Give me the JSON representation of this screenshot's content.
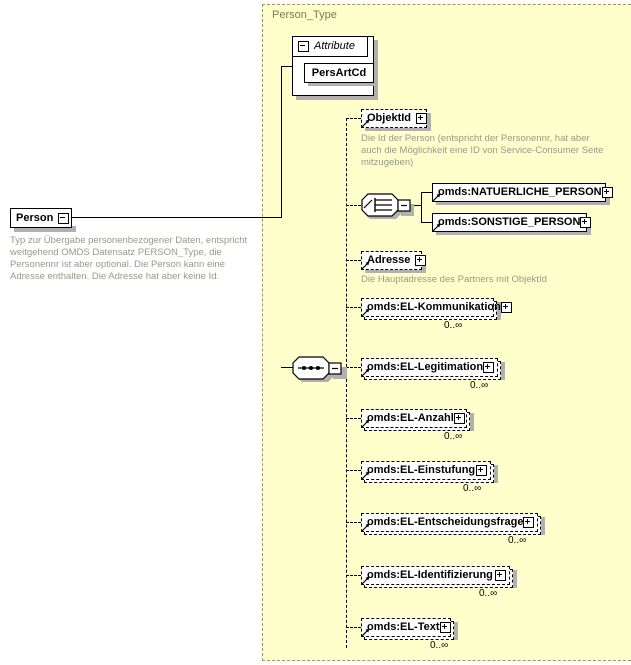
{
  "diagram": {
    "kind": "xsd-schema-diagram",
    "root_element": {
      "name": "Person",
      "expander": "minus",
      "annotation": "Typ zur Übergabe personenbezogener Daten, entspricht weitgehend OMDS Datensatz PERSON_Type, die Personennr ist aber optional. Die Person kann eine Adresse enthalten. Die Adresse hat aber keine Id."
    },
    "type_container": {
      "title": "Person_Type",
      "background_color": "#ffffcc",
      "border_color": "#999966"
    },
    "attribute_group": {
      "label": "Attribute",
      "expander": "minus",
      "attributes": [
        {
          "name": "PersArtCd"
        }
      ]
    },
    "compositors": {
      "choice": {
        "symbol": "choice",
        "expander": "minus"
      },
      "sequence": {
        "symbol": "sequence",
        "expander": "minus"
      }
    },
    "nodes": [
      {
        "id": "objektid",
        "label": "ObjektId",
        "border": "dashed",
        "optional": true,
        "repeating": false,
        "reference": true,
        "expander": "plus",
        "occurs": "",
        "annotation": "Die Id der Person (entspricht der Personennr, hat aber auch die Möglichkeit eine ID von Service-Consumer Seite mitzugeben)"
      },
      {
        "id": "natuerliche-person",
        "label": "omds:NATUERLICHE_PERSON",
        "border": "solid",
        "optional": false,
        "repeating": false,
        "reference": true,
        "expander": "plus",
        "occurs": "",
        "annotation": ""
      },
      {
        "id": "sonstige-person",
        "label": "omds:SONSTIGE_PERSON",
        "border": "solid",
        "optional": false,
        "repeating": false,
        "reference": true,
        "expander": "plus",
        "occurs": "",
        "annotation": ""
      },
      {
        "id": "adresse",
        "label": "Adresse",
        "border": "dashed",
        "optional": true,
        "repeating": false,
        "reference": true,
        "expander": "plus",
        "occurs": "",
        "annotation": "Die Hauptadresse des Partners mit ObjektId"
      },
      {
        "id": "el-kommunikation",
        "label": "omds:EL-Kommunikation",
        "border": "dashed",
        "optional": true,
        "repeating": true,
        "reference": true,
        "expander": "plus",
        "occurs": "0..∞",
        "annotation": ""
      },
      {
        "id": "el-legitimation",
        "label": "omds:EL-Legitimation",
        "border": "dashed",
        "optional": true,
        "repeating": true,
        "reference": true,
        "expander": "plus",
        "occurs": "0..∞",
        "annotation": ""
      },
      {
        "id": "el-anzahl",
        "label": "omds:EL-Anzahl",
        "border": "dashed",
        "optional": true,
        "repeating": true,
        "reference": true,
        "expander": "plus",
        "occurs": "0..∞",
        "annotation": ""
      },
      {
        "id": "el-einstufung",
        "label": "omds:EL-Einstufung",
        "border": "dashed",
        "optional": true,
        "repeating": true,
        "reference": true,
        "expander": "plus",
        "occurs": "0..∞",
        "annotation": ""
      },
      {
        "id": "el-entscheidungsfrage",
        "label": "omds:EL-Entscheidungsfrage",
        "border": "dashed",
        "optional": true,
        "repeating": true,
        "reference": true,
        "expander": "plus",
        "occurs": "0..∞",
        "annotation": ""
      },
      {
        "id": "el-identifizierung",
        "label": "omds:EL-Identifizierung",
        "border": "dashed",
        "optional": true,
        "repeating": true,
        "reference": true,
        "expander": "plus",
        "occurs": "0..∞",
        "annotation": ""
      },
      {
        "id": "el-text",
        "label": "omds:EL-Text",
        "border": "dashed",
        "optional": true,
        "repeating": true,
        "reference": true,
        "expander": "plus",
        "occurs": "0..∞",
        "annotation": ""
      }
    ]
  }
}
